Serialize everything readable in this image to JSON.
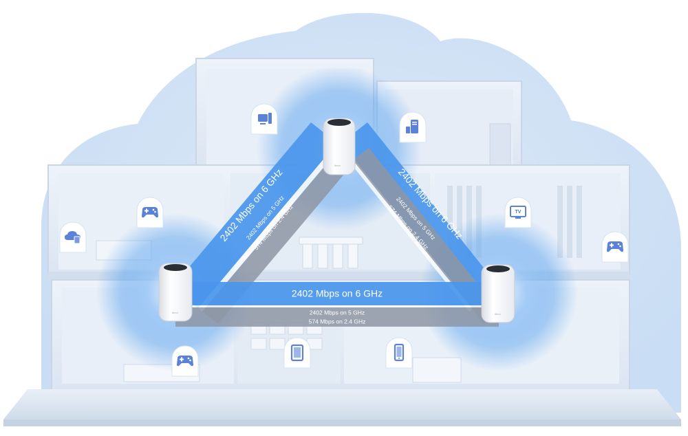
{
  "links": {
    "left": {
      "band_6ghz": "2402 Mbps on 6 GHz",
      "band_5ghz": "2402 Mbps on 5 GHz",
      "band_24ghz": "574 Mbps on 2.4 GHz"
    },
    "right": {
      "band_6ghz": "2402 Mbps on 6 GHz",
      "band_5ghz": "2402 Mbps on 5 GHz",
      "band_24ghz": "574 Mbps on 2.4 GHz"
    },
    "bottom": {
      "band_6ghz": "2402 Mbps on 6 GHz",
      "band_5ghz": "2402 Mbps on 5 GHz",
      "band_24ghz": "574 Mbps on 2.4 GHz"
    }
  },
  "device_logo": "deco",
  "tv_label": "TV",
  "colors": {
    "band_6ghz": "#4a96ec",
    "band_lower": "#8e96a4",
    "coverage": "#bcd6f3",
    "house": "#e3ebf5"
  },
  "devices": [
    {
      "name": "desktop-pc-icon"
    },
    {
      "name": "pc-tower-icon"
    },
    {
      "name": "gamepad-icon"
    },
    {
      "name": "cloud-storage-icon"
    },
    {
      "name": "tv-icon"
    },
    {
      "name": "gamepad-icon"
    },
    {
      "name": "gamepad-icon"
    },
    {
      "name": "tablet-icon"
    },
    {
      "name": "smartphone-icon"
    }
  ]
}
